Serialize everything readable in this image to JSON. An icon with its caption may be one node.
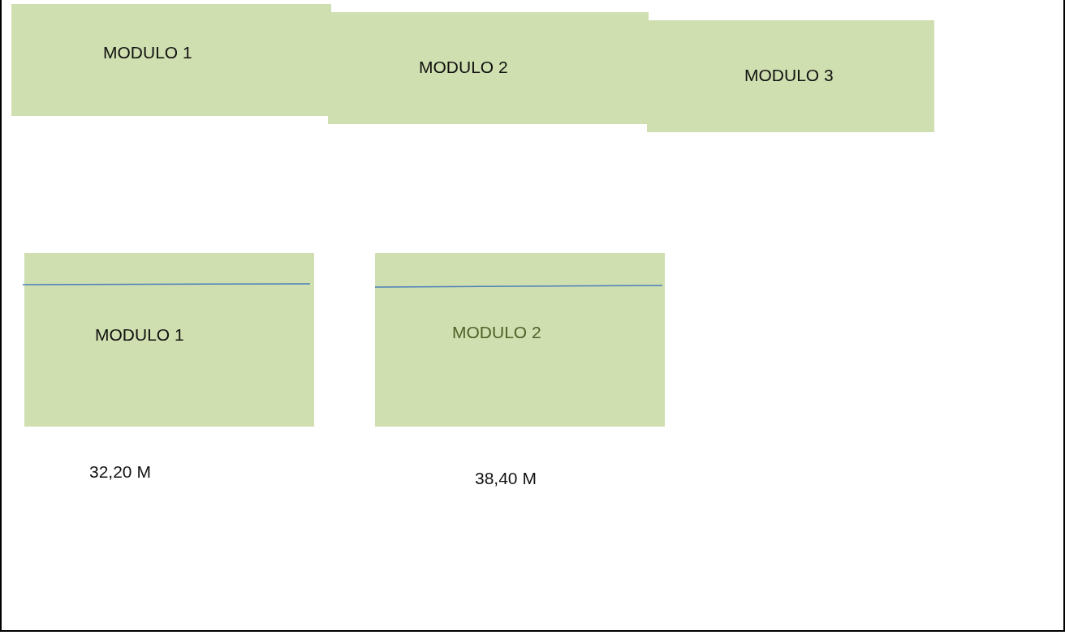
{
  "diagram": {
    "nodes": [
      {
        "text": [
          "MODULO 1"
        ]
      },
      {
        "text": [
          "MODULO 2"
        ]
      },
      {
        "text": [
          "MODULO 3"
        ]
      },
      {
        "text": [
          "MODULO 1"
        ]
      },
      {
        "text": [
          "MODULO 2"
        ]
      }
    ],
    "labels": [
      "32,20 M",
      "38,40 M"
    ]
  }
}
